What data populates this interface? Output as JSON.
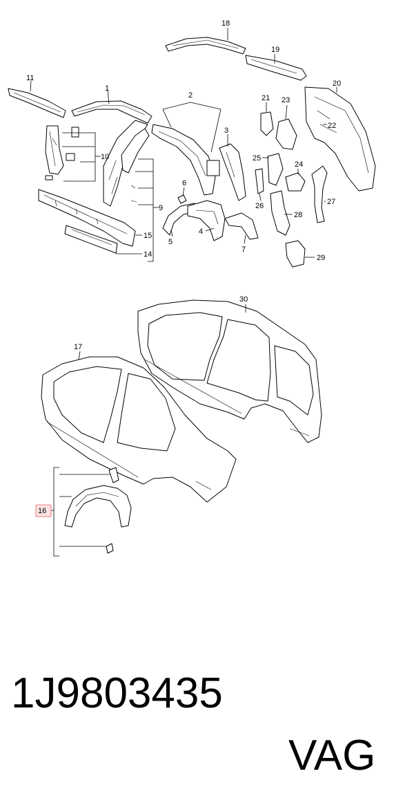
{
  "labels": {
    "l1": "1",
    "l2": "2",
    "l3": "3",
    "l4": "4",
    "l5": "5",
    "l6": "6",
    "l7": "7",
    "l9": "9",
    "l10": "10",
    "l11": "11",
    "l14": "14",
    "l15": "15",
    "l16": "16",
    "l17": "17",
    "l18": "18",
    "l19": "19",
    "l20": "20",
    "l21": "21",
    "l22": "22",
    "l23": "23",
    "l24": "24",
    "l25": "25",
    "l26": "26",
    "l27": "27",
    "l28": "28",
    "l29": "29",
    "l30": "30"
  },
  "highlight": {
    "label": "16",
    "color": "#e05a5a"
  },
  "caption": {
    "part_number": "1J9803435",
    "brand": "VAG"
  }
}
